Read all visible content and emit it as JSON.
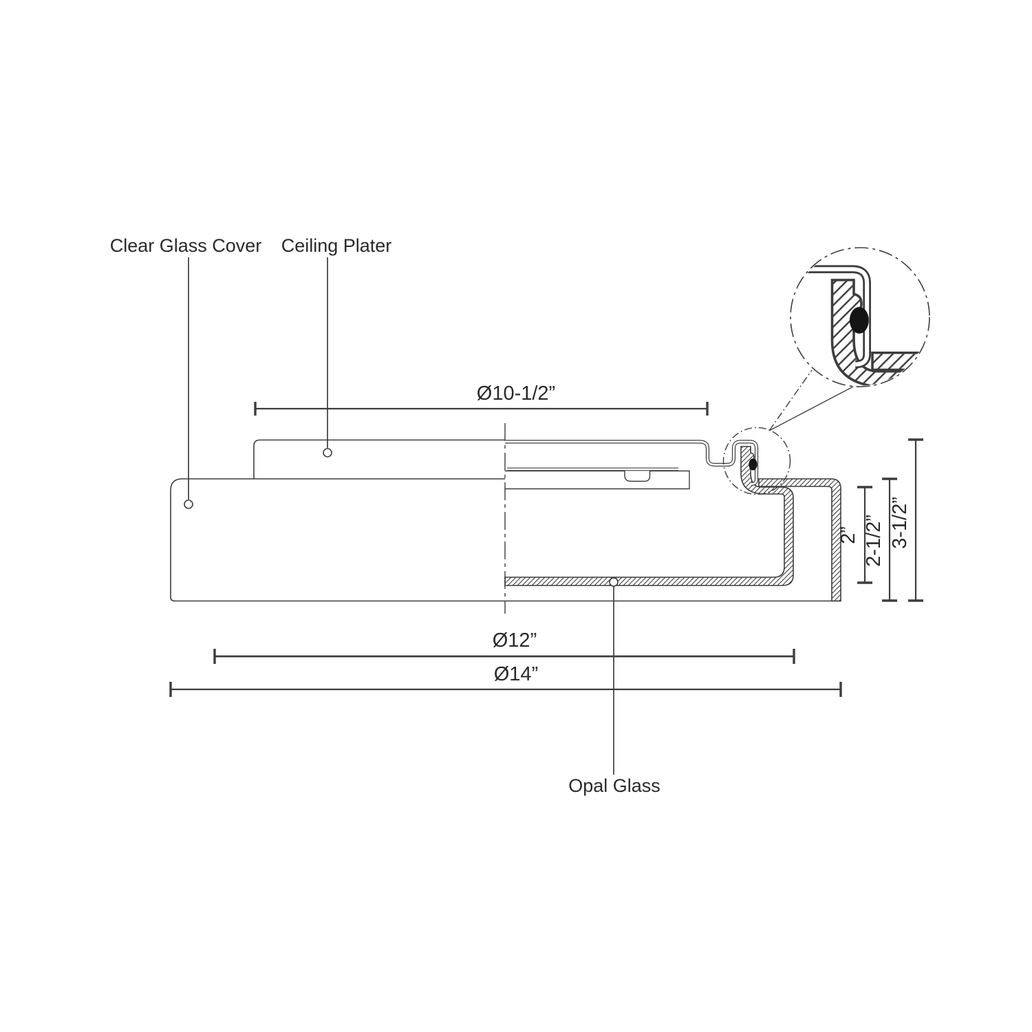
{
  "parts": {
    "clear_glass_cover": "Clear Glass Cover",
    "ceiling_plate": "Ceiling Plater",
    "opal_glass": "Opal Glass"
  },
  "dimensions": {
    "ceiling_plate_diameter": "Ø10-1/2”",
    "opal_glass_diameter": "Ø12”",
    "cover_diameter": "Ø14”",
    "opal_glass_height": "2”",
    "cover_height": "2-1/2”",
    "overall_height": "3-1/2”"
  },
  "colors": {
    "line": "#3d3d3d",
    "text": "#2a2a2a",
    "gasket": "#151515",
    "background": "#ffffff"
  }
}
